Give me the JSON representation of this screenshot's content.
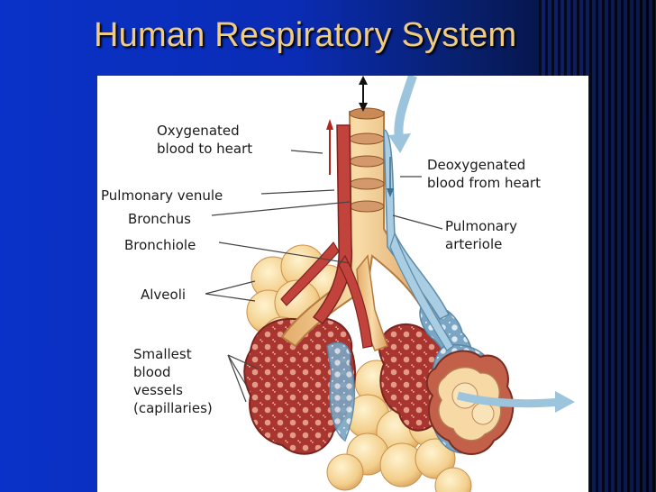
{
  "slide": {
    "title": "Human Respiratory System"
  },
  "diagram": {
    "labels": {
      "oxygenated_1": "Oxygenated",
      "oxygenated_2": "blood to heart",
      "pulmonary_venule": "Pulmonary venule",
      "bronchus": "Bronchus",
      "bronchiole": "Bronchiole",
      "alveoli": "Alveoli",
      "capillaries_1": "Smallest",
      "capillaries_2": "blood",
      "capillaries_3": "vessels",
      "capillaries_4": "(capillaries)",
      "deoxygenated_1": "Deoxygenated",
      "deoxygenated_2": "blood from heart",
      "arteriole_1": "Pulmonary",
      "arteriole_2": "arteriole"
    },
    "colors": {
      "airway": "#f2cc8c",
      "alveoli": "#f5d595",
      "venule": "#c0433c",
      "arteriole": "#9cc4dc",
      "background_blue": "#0a32c8",
      "title_gold": "#f0cc80"
    }
  }
}
